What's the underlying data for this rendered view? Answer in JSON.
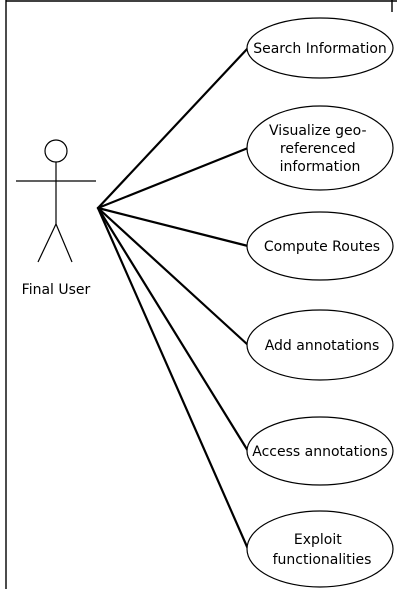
{
  "actor": {
    "label": "Final User"
  },
  "use_cases": [
    {
      "id": "search",
      "lines": [
        "Search Information"
      ]
    },
    {
      "id": "visualize",
      "lines": [
        "Visualize geo-",
        "referenced",
        "information"
      ]
    },
    {
      "id": "routes",
      "lines": [
        "Compute Routes"
      ]
    },
    {
      "id": "add-annotations",
      "lines": [
        "Add annotations"
      ]
    },
    {
      "id": "access-annotations",
      "lines": [
        "Access annotations"
      ]
    },
    {
      "id": "exploit",
      "lines": [
        "Exploit",
        "functionalities"
      ]
    }
  ]
}
